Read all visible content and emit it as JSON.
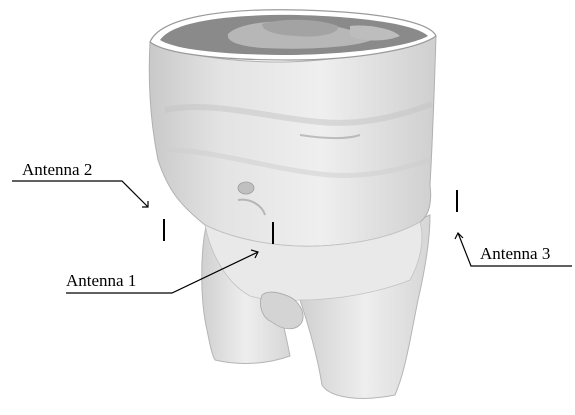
{
  "figure": {
    "background": "#ffffff",
    "model_color": "#e6e6e6",
    "cut_surface_color": "#8a8a8a",
    "line_color": "#000000"
  },
  "labels": {
    "antenna_1": "Antenna 1",
    "antenna_2": "Antenna 2",
    "antenna_3": "Antenna 3"
  }
}
